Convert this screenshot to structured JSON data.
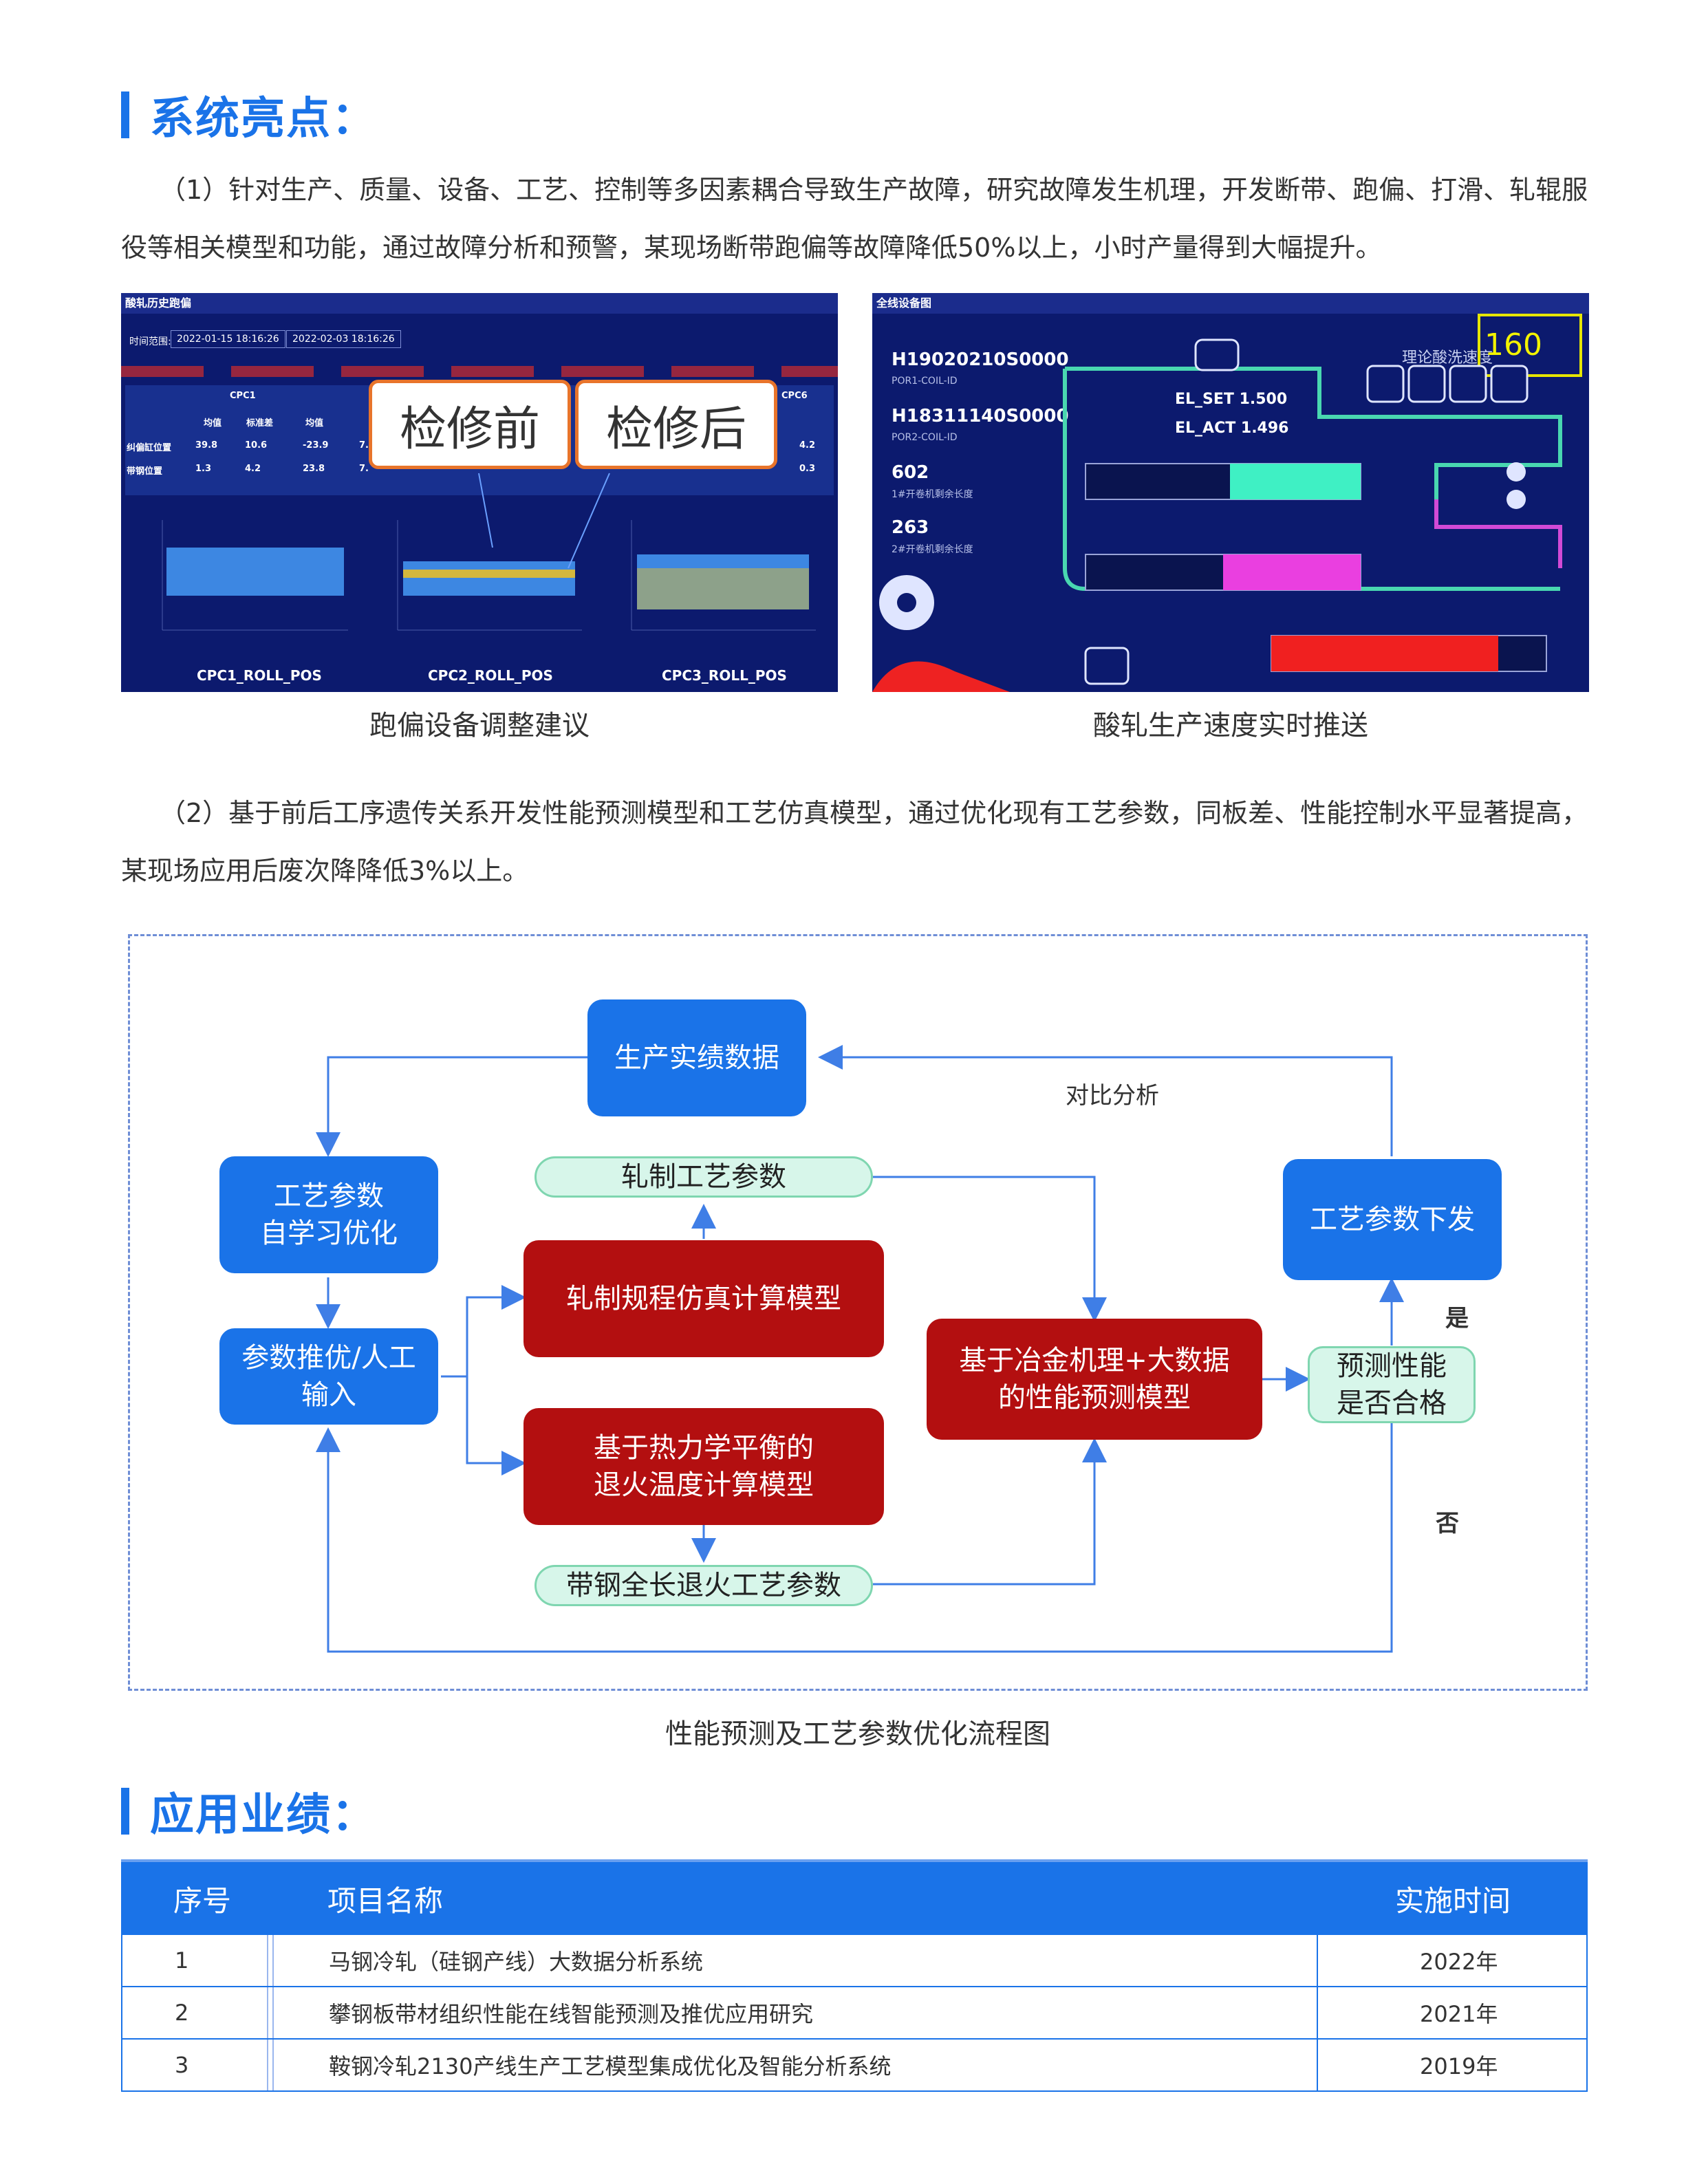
{
  "highlights": {
    "title": "系统亮点：",
    "para1": "（1）针对生产、质量、设备、工艺、控制等多因素耦合导致生产故障，研究故障发生机理，开发断带、跑偏、打滑、轧辊服役等相关模型和功能，通过故障分析和预警，某现场断带跑偏等故障降低50%以上，小时产量得到大幅提升。",
    "para2": "（2）基于前后工序遗传关系开发性能预测模型和工艺仿真模型，通过优化现有工艺参数，同板差、性能控制水平显著提高，某现场应用后废次降降低3%以上。"
  },
  "left_shot": {
    "header": "酸轧历史跑偏",
    "time_label": "时间范围:",
    "date_from": "2022-01-15 18:16:26",
    "date_to": "2022-02-03 18:16:26",
    "cols": [
      "CPC1",
      "CPC6"
    ],
    "sub_cols": [
      "均值",
      "标准差",
      "均值"
    ],
    "row1": [
      "纠偏缸位置",
      "39.8",
      "10.6",
      "-23.9",
      "7."
    ],
    "row2": [
      "带钢位置",
      "1.3",
      "4.2",
      "23.8",
      "7."
    ],
    "cpc6_vals": [
      "4.2",
      "0.3"
    ],
    "before": "检修前",
    "after": "检修后",
    "plots": [
      "CPC1_ROLL_POS",
      "CPC2_ROLL_POS",
      "CPC3_ROLL_POS"
    ],
    "caption": "跑偏设备调整建议"
  },
  "right_shot": {
    "header": "全线设备图",
    "coil1": "H19020210S0000",
    "coil1_sub": "POR1-COIL-ID",
    "coil2": "H18311140S0000",
    "coil2_sub": "POR2-COIL-ID",
    "len1": "602",
    "len1_sub": "1#开卷机剩余长度",
    "len2": "263",
    "len2_sub": "2#开卷机剩余长度",
    "el_set": "EL_SET 1.500",
    "el_act": "EL_ACT 1.496",
    "speed_label": "理论酸洗速度",
    "speed": "160",
    "caption": "酸轧生产速度实时推送"
  },
  "flow": {
    "prod_data": "生产实绩数据",
    "compare": "对比分析",
    "self_learn": "工艺参数\n自学习优化",
    "param_push": "参数推优/人工\n输入",
    "roll_params": "轧制工艺参数",
    "roll_model": "轧制规程仿真计算模型",
    "anneal_model": "基于热力学平衡的\n退火温度计算模型",
    "anneal_params": "带钢全长退火工艺参数",
    "perf_model": "基于冶金机理+大数据\n的性能预测模型",
    "qualify": "预测性能\n是否合格",
    "issue": "工艺参数下发",
    "yes": "是",
    "no": "否",
    "caption": "性能预测及工艺参数优化流程图"
  },
  "achievements": {
    "title": "应用业绩：",
    "headers": [
      "序号",
      "项目名称",
      "实施时间"
    ],
    "rows": [
      {
        "no": "1",
        "name": "马钢冷轧（硅钢产线）大数据分析系统",
        "year": "2022年"
      },
      {
        "no": "2",
        "name": "攀钢板带材组织性能在线智能预测及推优应用研究",
        "year": "2021年"
      },
      {
        "no": "3",
        "name": "鞍钢冷轧2130产线生产工艺模型集成优化及智能分析系统",
        "year": "2019年"
      }
    ]
  },
  "colors": {
    "accent": "#1a73e8",
    "red_box": "#b30f10",
    "green_box": "#d7f6ea"
  }
}
